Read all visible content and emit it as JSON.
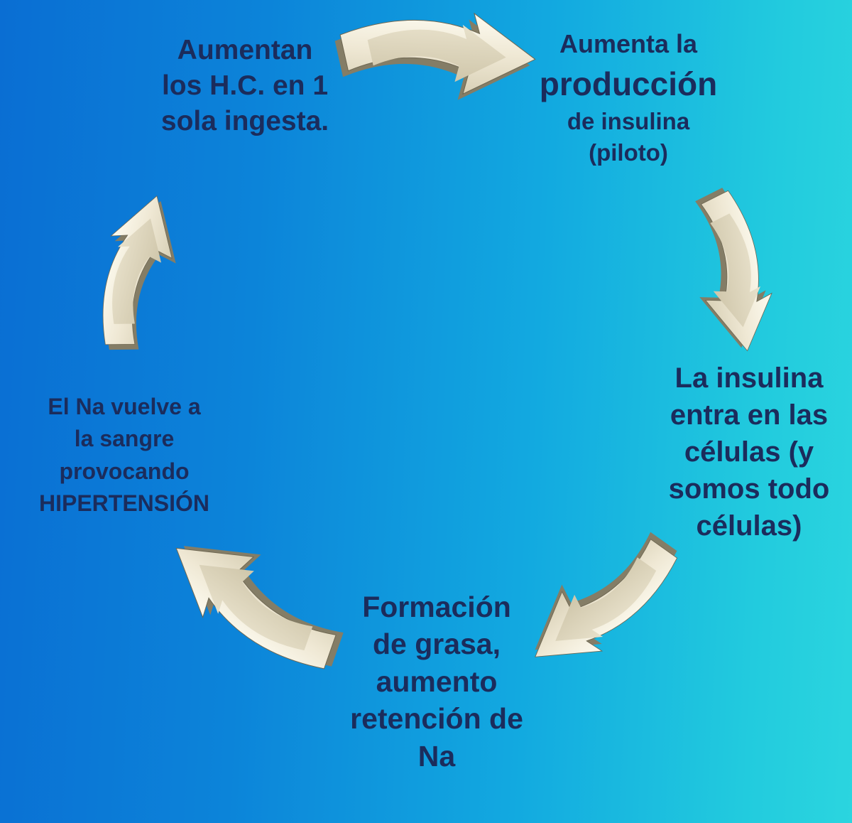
{
  "diagram": {
    "type": "cycle",
    "language": "es",
    "background_gradient": [
      "#0a6ed3",
      "#12a9e0",
      "#2bd5df"
    ],
    "text_color": "#1b2c5c",
    "arrow_colors": {
      "face_highlight": "#fdfbf0",
      "face": "#efe8d4",
      "face_shade": "#d8d0b6",
      "inner_panel": "#cfc6aa",
      "extrusion_side": "#847d66",
      "edge": "#6e6752"
    },
    "nodes": [
      {
        "id": "increase-carbs",
        "lines": [
          "Aumentan",
          "los H.C. en 1",
          "sola ingesta."
        ]
      },
      {
        "id": "insulin-production",
        "lines": [
          "Aumenta la",
          "producción",
          "de insulina",
          "(piloto)"
        ]
      },
      {
        "id": "insulin-enters-cells",
        "lines": [
          "La insulina",
          "entra en las",
          "células (y",
          "somos todo",
          "células)"
        ]
      },
      {
        "id": "fat-formation",
        "lines": [
          "Formación",
          "de grasa,",
          "aumento",
          "retención de",
          "Na"
        ]
      },
      {
        "id": "na-hypertension",
        "lines": [
          "El Na vuelve a",
          "la sangre",
          "provocando",
          "HIPERTENSIÓN"
        ]
      }
    ],
    "arrows": [
      {
        "name": "arrow-top",
        "from": "increase-carbs",
        "to": "insulin-production",
        "direction": "right"
      },
      {
        "name": "arrow-right",
        "from": "insulin-production",
        "to": "insulin-enters-cells",
        "direction": "down"
      },
      {
        "name": "arrow-bottom-right",
        "from": "insulin-enters-cells",
        "to": "fat-formation",
        "direction": "down-left"
      },
      {
        "name": "arrow-bottom-left",
        "from": "fat-formation",
        "to": "na-hypertension",
        "direction": "up-left"
      },
      {
        "name": "arrow-left",
        "from": "na-hypertension",
        "to": "increase-carbs",
        "direction": "up"
      }
    ]
  }
}
